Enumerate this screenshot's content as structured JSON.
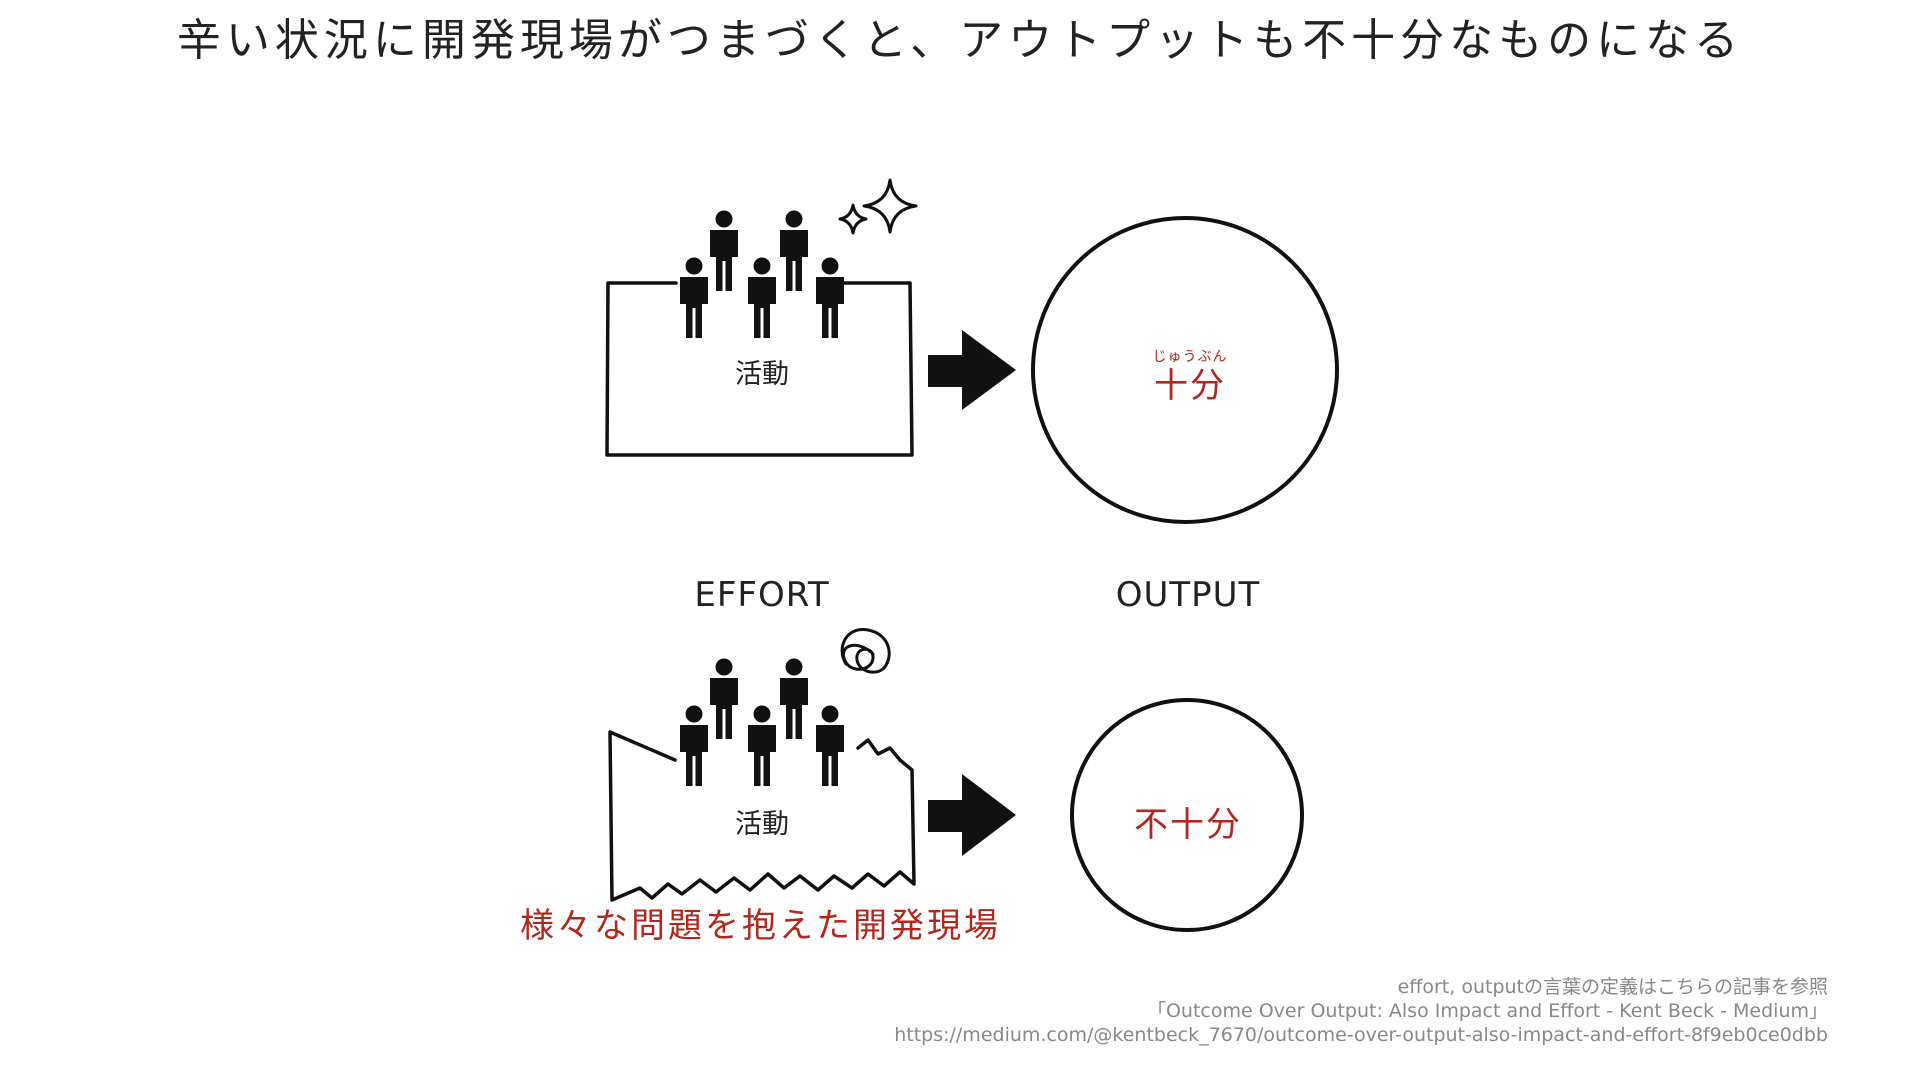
{
  "title": "辛い状況に開発現場がつまづくと、アウトプットも不十分なものになる",
  "top": {
    "activity_label": "活動",
    "output_ruby": "じゅうぶん",
    "output_label": "十分"
  },
  "labels": {
    "effort": "EFFORT",
    "output": "OUTPUT"
  },
  "bottom": {
    "activity_label": "活動",
    "output_label": "不十分",
    "problem_label": "様々な問題を抱えた開発現場"
  },
  "source": {
    "line1": "effort, outputの言葉の定義はこちらの記事を参照",
    "line2": "「Outcome Over Output: Also Impact and Effort - Kent Beck - Medium」",
    "line3": "https://medium.com/@kentbeck_7670/outcome-over-output-also-impact-and-effort-8f9eb0ce0dbb"
  },
  "icons": {
    "people": "person-group-icon",
    "sparkle": "sparkle-icon",
    "dizzy": "dizzy-swirl-icon",
    "arrow": "arrow-right-icon"
  },
  "colors": {
    "text": "#222222",
    "accent_red": "#b2261b",
    "source_gray": "#888888"
  }
}
